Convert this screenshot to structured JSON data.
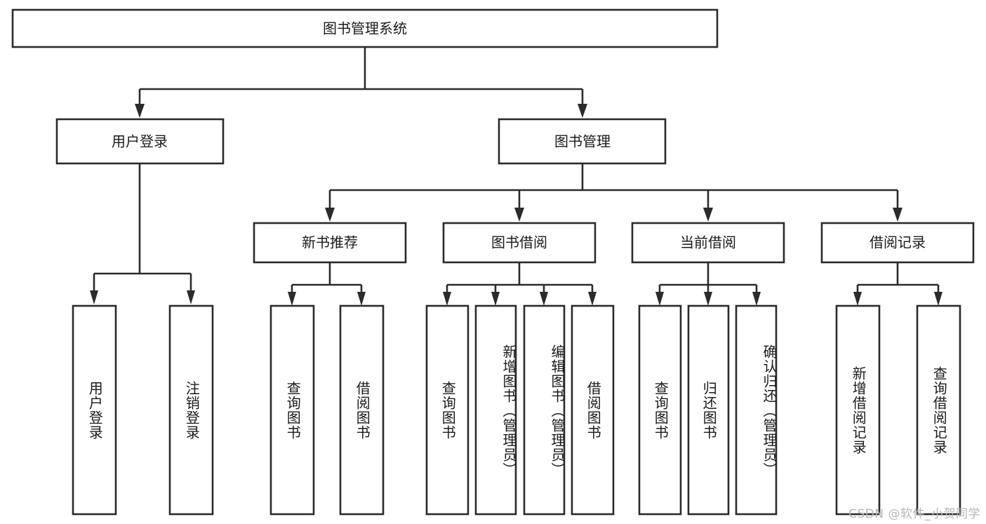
{
  "diagram": {
    "title": "图书管理系统",
    "type": "tree-hierarchy-diagram",
    "watermark": "CSDN @软件_小贺同学",
    "colors": {
      "stroke": "#2b2b2b",
      "fill": "#ffffff",
      "text": "#1a1a1a",
      "background": "#ffffff",
      "watermark": "#b6b6b6"
    },
    "root": {
      "label": "图书管理系统"
    },
    "level2": [
      {
        "label": "用户登录"
      },
      {
        "label": "图书管理"
      }
    ],
    "level3": [
      {
        "label": "新书推荐"
      },
      {
        "label": "图书借阅"
      },
      {
        "label": "当前借阅"
      },
      {
        "label": "借阅记录"
      }
    ],
    "leaves": {
      "user_login": [
        {
          "label": "用户登录"
        },
        {
          "label": "注销登录"
        }
      ],
      "new_book_recommend": [
        {
          "label": "查询图书"
        },
        {
          "label": "借阅图书"
        }
      ],
      "book_borrow": [
        {
          "label": "查询图书"
        },
        {
          "label": "新增图书（管理员）"
        },
        {
          "label": "编辑图书（管理员）"
        },
        {
          "label": "借阅图书"
        }
      ],
      "current_borrow": [
        {
          "label": "查询图书"
        },
        {
          "label": "归还图书"
        },
        {
          "label": "确认归还（管理员）"
        }
      ],
      "borrow_records": [
        {
          "label": "新增借阅记录"
        },
        {
          "label": "查询借阅记录"
        }
      ]
    }
  }
}
